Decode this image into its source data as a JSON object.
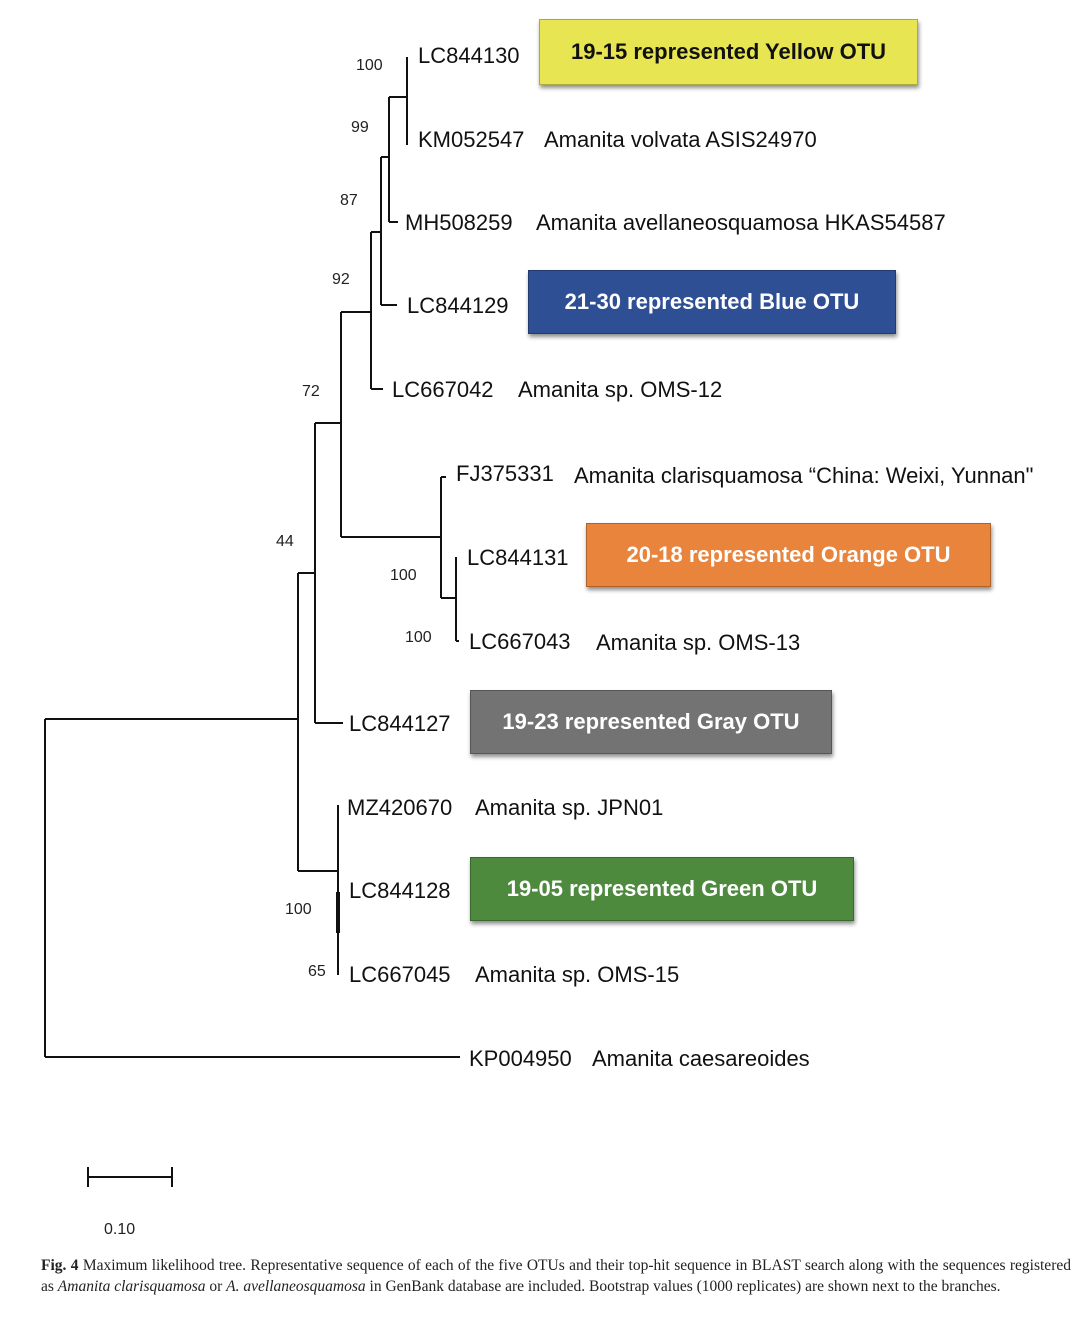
{
  "figure": {
    "type": "phylogenetic-tree",
    "method": "Maximum likelihood",
    "tips": [
      {
        "id": "LC844130",
        "label": "LC844130",
        "desc": "",
        "otu": 0
      },
      {
        "id": "KM052547",
        "label": "KM052547",
        "desc": "Amanita volvata ASIS24970"
      },
      {
        "id": "MH508259",
        "label": "MH508259",
        "desc": "Amanita avellaneosquamosa HKAS54587"
      },
      {
        "id": "LC844129",
        "label": "LC844129",
        "desc": "",
        "otu": 1
      },
      {
        "id": "LC667042",
        "label": "LC667042",
        "desc": "Amanita sp. OMS-12"
      },
      {
        "id": "FJ375331",
        "label": "FJ375331",
        "desc": "Amanita clarisquamosa “China: Weixi, Yunnan\""
      },
      {
        "id": "LC844131",
        "label": "LC844131",
        "desc": "",
        "otu": 2
      },
      {
        "id": "LC667043",
        "label": "LC667043",
        "desc": "Amanita sp. OMS-13"
      },
      {
        "id": "LC844127",
        "label": "LC844127",
        "desc": "",
        "otu": 3
      },
      {
        "id": "MZ420670",
        "label": "MZ420670",
        "desc": "Amanita sp. JPN01"
      },
      {
        "id": "LC844128",
        "label": "LC844128",
        "desc": "",
        "otu": 4
      },
      {
        "id": "LC667045",
        "label": "LC667045",
        "desc": "Amanita sp. OMS-15"
      },
      {
        "id": "KP004950",
        "label": "KP004950",
        "desc": "Amanita caesareoides"
      }
    ],
    "otus": [
      {
        "label": "19-15 represented Yellow OTU",
        "bg": "#e8e552",
        "fg": "#111111"
      },
      {
        "label": "21-30 represented Blue OTU",
        "bg": "#2e4f94",
        "fg": "#ffffff"
      },
      {
        "label": "20-18 represented Orange OTU",
        "bg": "#e8843c",
        "fg": "#ffffff"
      },
      {
        "label": "19-23 represented Gray OTU",
        "bg": "#737373",
        "fg": "#ffffff"
      },
      {
        "label": "19-05 represented Green OTU",
        "bg": "#4e8a3e",
        "fg": "#ffffff"
      }
    ],
    "bootstrap": [
      {
        "node": "LC844130+KM052547",
        "value": "100"
      },
      {
        "node": "+MH508259",
        "value": "99"
      },
      {
        "node": "+LC844129",
        "value": "87"
      },
      {
        "node": "+LC667042",
        "value": "92"
      },
      {
        "node": "+FJ375331 clade",
        "value": "72"
      },
      {
        "node": "+LC844127",
        "value": "44"
      },
      {
        "node": "FJ375331+(LC844131,LC667043)",
        "value": "100"
      },
      {
        "node": "LC844131+LC667043",
        "value": "100"
      },
      {
        "node": "MZ420670+LC844128+LC667045",
        "value": "100"
      },
      {
        "node": "LC667045",
        "value": "65"
      }
    ],
    "scale_bar": "0.10"
  },
  "caption": {
    "fig_label": "Fig. 4",
    "text_1": " Maximum likelihood tree. Representative sequence of each of the five OTUs and their top-hit sequence in BLAST search along with the sequences registered as ",
    "italic_1": "Amanita clarisquamosa",
    "text_2": " or ",
    "italic_2": "A. avellaneosquamosa",
    "text_3": " in GenBank database are included. Bootstrap values (1000 replicates) are shown next to the branches."
  }
}
